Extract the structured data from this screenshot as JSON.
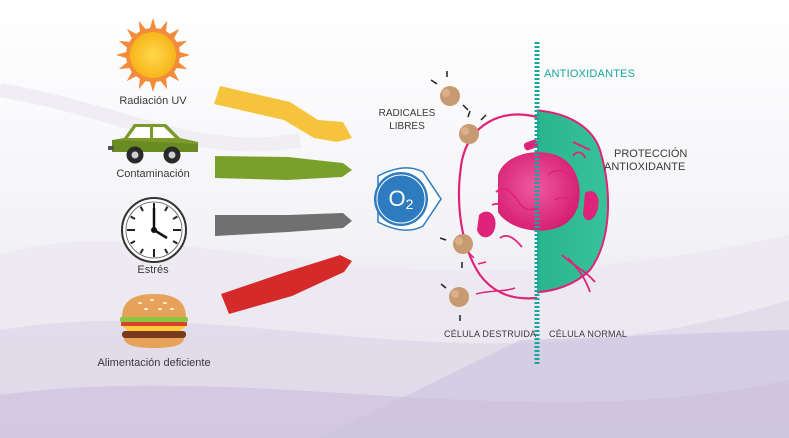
{
  "factors": [
    {
      "label": "Radiación UV",
      "icon": "sun-icon",
      "arrow_color": "#f6c43c"
    },
    {
      "label": "Contaminación",
      "icon": "car-icon",
      "arrow_color": "#7aa02c"
    },
    {
      "label": "Estrés",
      "icon": "clock-icon",
      "arrow_color": "#707070"
    },
    {
      "label": "Alimentación deficiente",
      "icon": "burger-icon",
      "arrow_color": "#d62a2a"
    }
  ],
  "oxygen": {
    "main": "O",
    "sub": "2",
    "color": "#2e7bc0"
  },
  "labels": {
    "antioxidants": "ANTIOXIDANTES",
    "free_radicals_line1": "RADICALES",
    "free_radicals_line2": "LIBRES",
    "protection_line1": "PROTECCIÓN",
    "protection_line2": "ANTIOXIDANTE",
    "destroyed_cell": "CÉLULA DESTRUIDA",
    "normal_cell": "CÉLULA NORMAL"
  },
  "colors": {
    "cell_magenta": "#e0237a",
    "cell_green": "#23b08a",
    "antioxidant_teal": "#1aa59a",
    "radical_brown": "#c79a72"
  }
}
